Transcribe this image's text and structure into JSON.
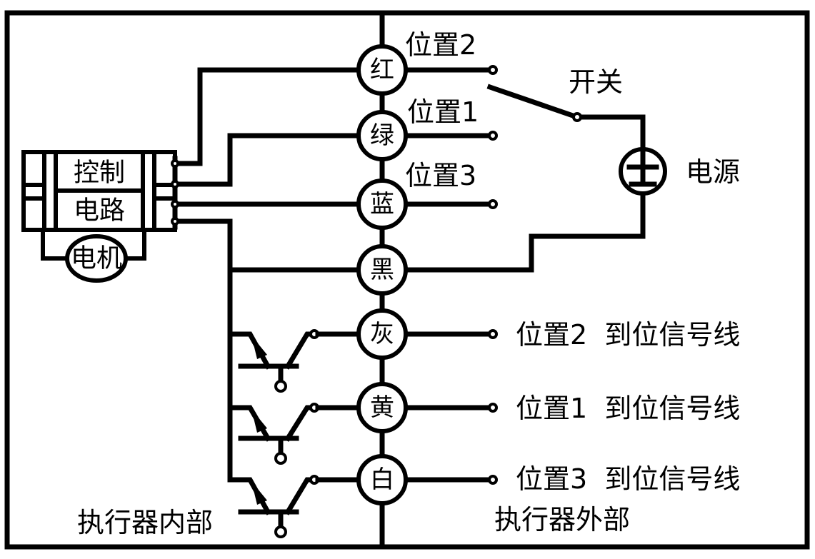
{
  "diagram": {
    "type": "actuator wiring diagram",
    "regions": {
      "inside_label": "执行器内部",
      "outside_label": "执行器外部"
    },
    "control_circuit": {
      "line1": "控制",
      "line2": "电路"
    },
    "motor_label": "电机",
    "wires": [
      {
        "id": "red",
        "label": "红"
      },
      {
        "id": "green",
        "label": "绿"
      },
      {
        "id": "blue",
        "label": "蓝"
      },
      {
        "id": "black",
        "label": "黑"
      },
      {
        "id": "gray",
        "label": "灰"
      },
      {
        "id": "yellow",
        "label": "黄"
      },
      {
        "id": "white",
        "label": "白"
      }
    ],
    "switch_positions": [
      {
        "wire": "red",
        "label": "位置2"
      },
      {
        "wire": "green",
        "label": "位置1"
      },
      {
        "wire": "blue",
        "label": "位置3"
      }
    ],
    "switch_label": "开关",
    "power_label": "电源",
    "feedback_lines": [
      {
        "wire": "gray",
        "label": "位置2  到位信号线"
      },
      {
        "wire": "yellow",
        "label": "位置1  到位信号线"
      },
      {
        "wire": "white",
        "label": "位置3  到位信号线"
      }
    ]
  }
}
